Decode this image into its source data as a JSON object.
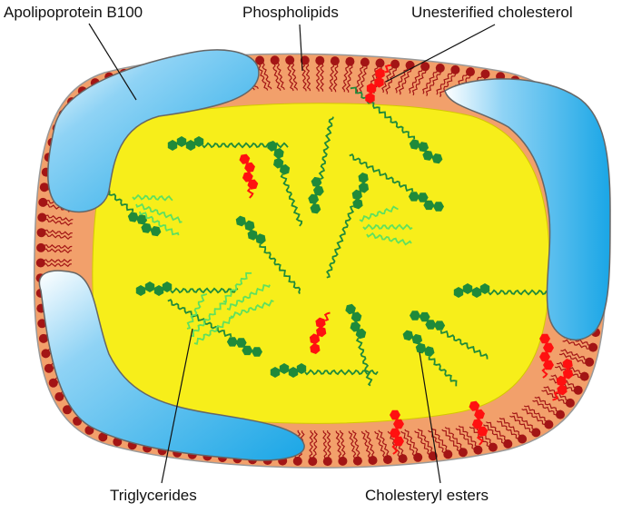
{
  "labels": {
    "apolipoprotein": "Apolipoprotein B100",
    "phospholipids": "Phospholipids",
    "unesterified_cholesterol": "Unesterified cholesterol",
    "triglycerides": "Triglycerides",
    "cholesteryl_esters": "Cholesteryl esters"
  },
  "colors": {
    "apolipoprotein": "#1fa8e6",
    "phospholipid_head": "#a31515",
    "phospholipid_tail": "#a31515",
    "shell_fill": "#f2a06b",
    "core_fill": "#f7ee1a",
    "cholesteryl_ester": "#1f8a3a",
    "triglyceride": "#5fe05f",
    "free_cholesterol": "#ff1010"
  },
  "icons": [
    "apolipoprotein-shape",
    "phospholipid-icon",
    "cholesterol-icon",
    "cholesteryl-ester-icon",
    "triglyceride-icon"
  ]
}
